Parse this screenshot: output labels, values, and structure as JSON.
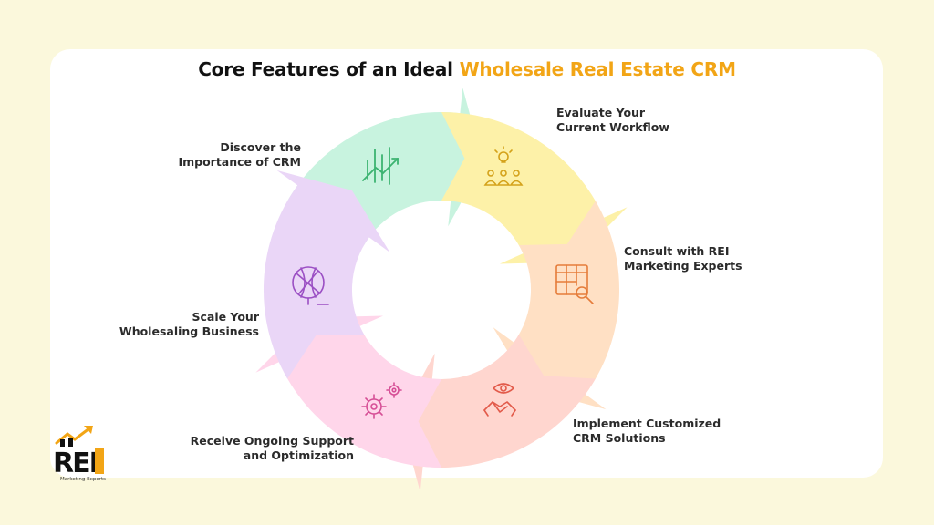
{
  "title": {
    "prefix": "Core Features of an Ideal",
    "highlight": "Wholesale Real Estate CRM"
  },
  "steps": [
    {
      "line1": "Discover the",
      "line2": "Importance of CRM",
      "icon": "growth-chart-icon",
      "color": "#c8f3df",
      "icon_color": "#3cb371"
    },
    {
      "line1": "Evaluate Your",
      "line2": "Current Workflow",
      "icon": "lightbulb-team-icon",
      "color": "#fdf1a8",
      "icon_color": "#d4a21a"
    },
    {
      "line1": "Consult with REI",
      "line2": "Marketing Experts",
      "icon": "table-search-icon",
      "color": "#ffe0c4",
      "icon_color": "#e57c3a"
    },
    {
      "line1": "Implement Customized",
      "line2": "CRM Solutions",
      "icon": "handshake-eye-icon",
      "color": "#ffd6cf",
      "icon_color": "#e25a4a"
    },
    {
      "line1": "Receive Ongoing Support",
      "line2": "and Optimization",
      "icon": "gears-icon",
      "color": "#ffd6ea",
      "icon_color": "#d64f96"
    },
    {
      "line1": "Scale Your",
      "line2": "Wholesaling Business",
      "icon": "globe-scale-icon",
      "color": "#ead6f7",
      "icon_color": "#9b4fc4"
    }
  ],
  "logo": {
    "letters": "REI",
    "tagline": "Marketing Experts",
    "accent": "#f2a516"
  }
}
